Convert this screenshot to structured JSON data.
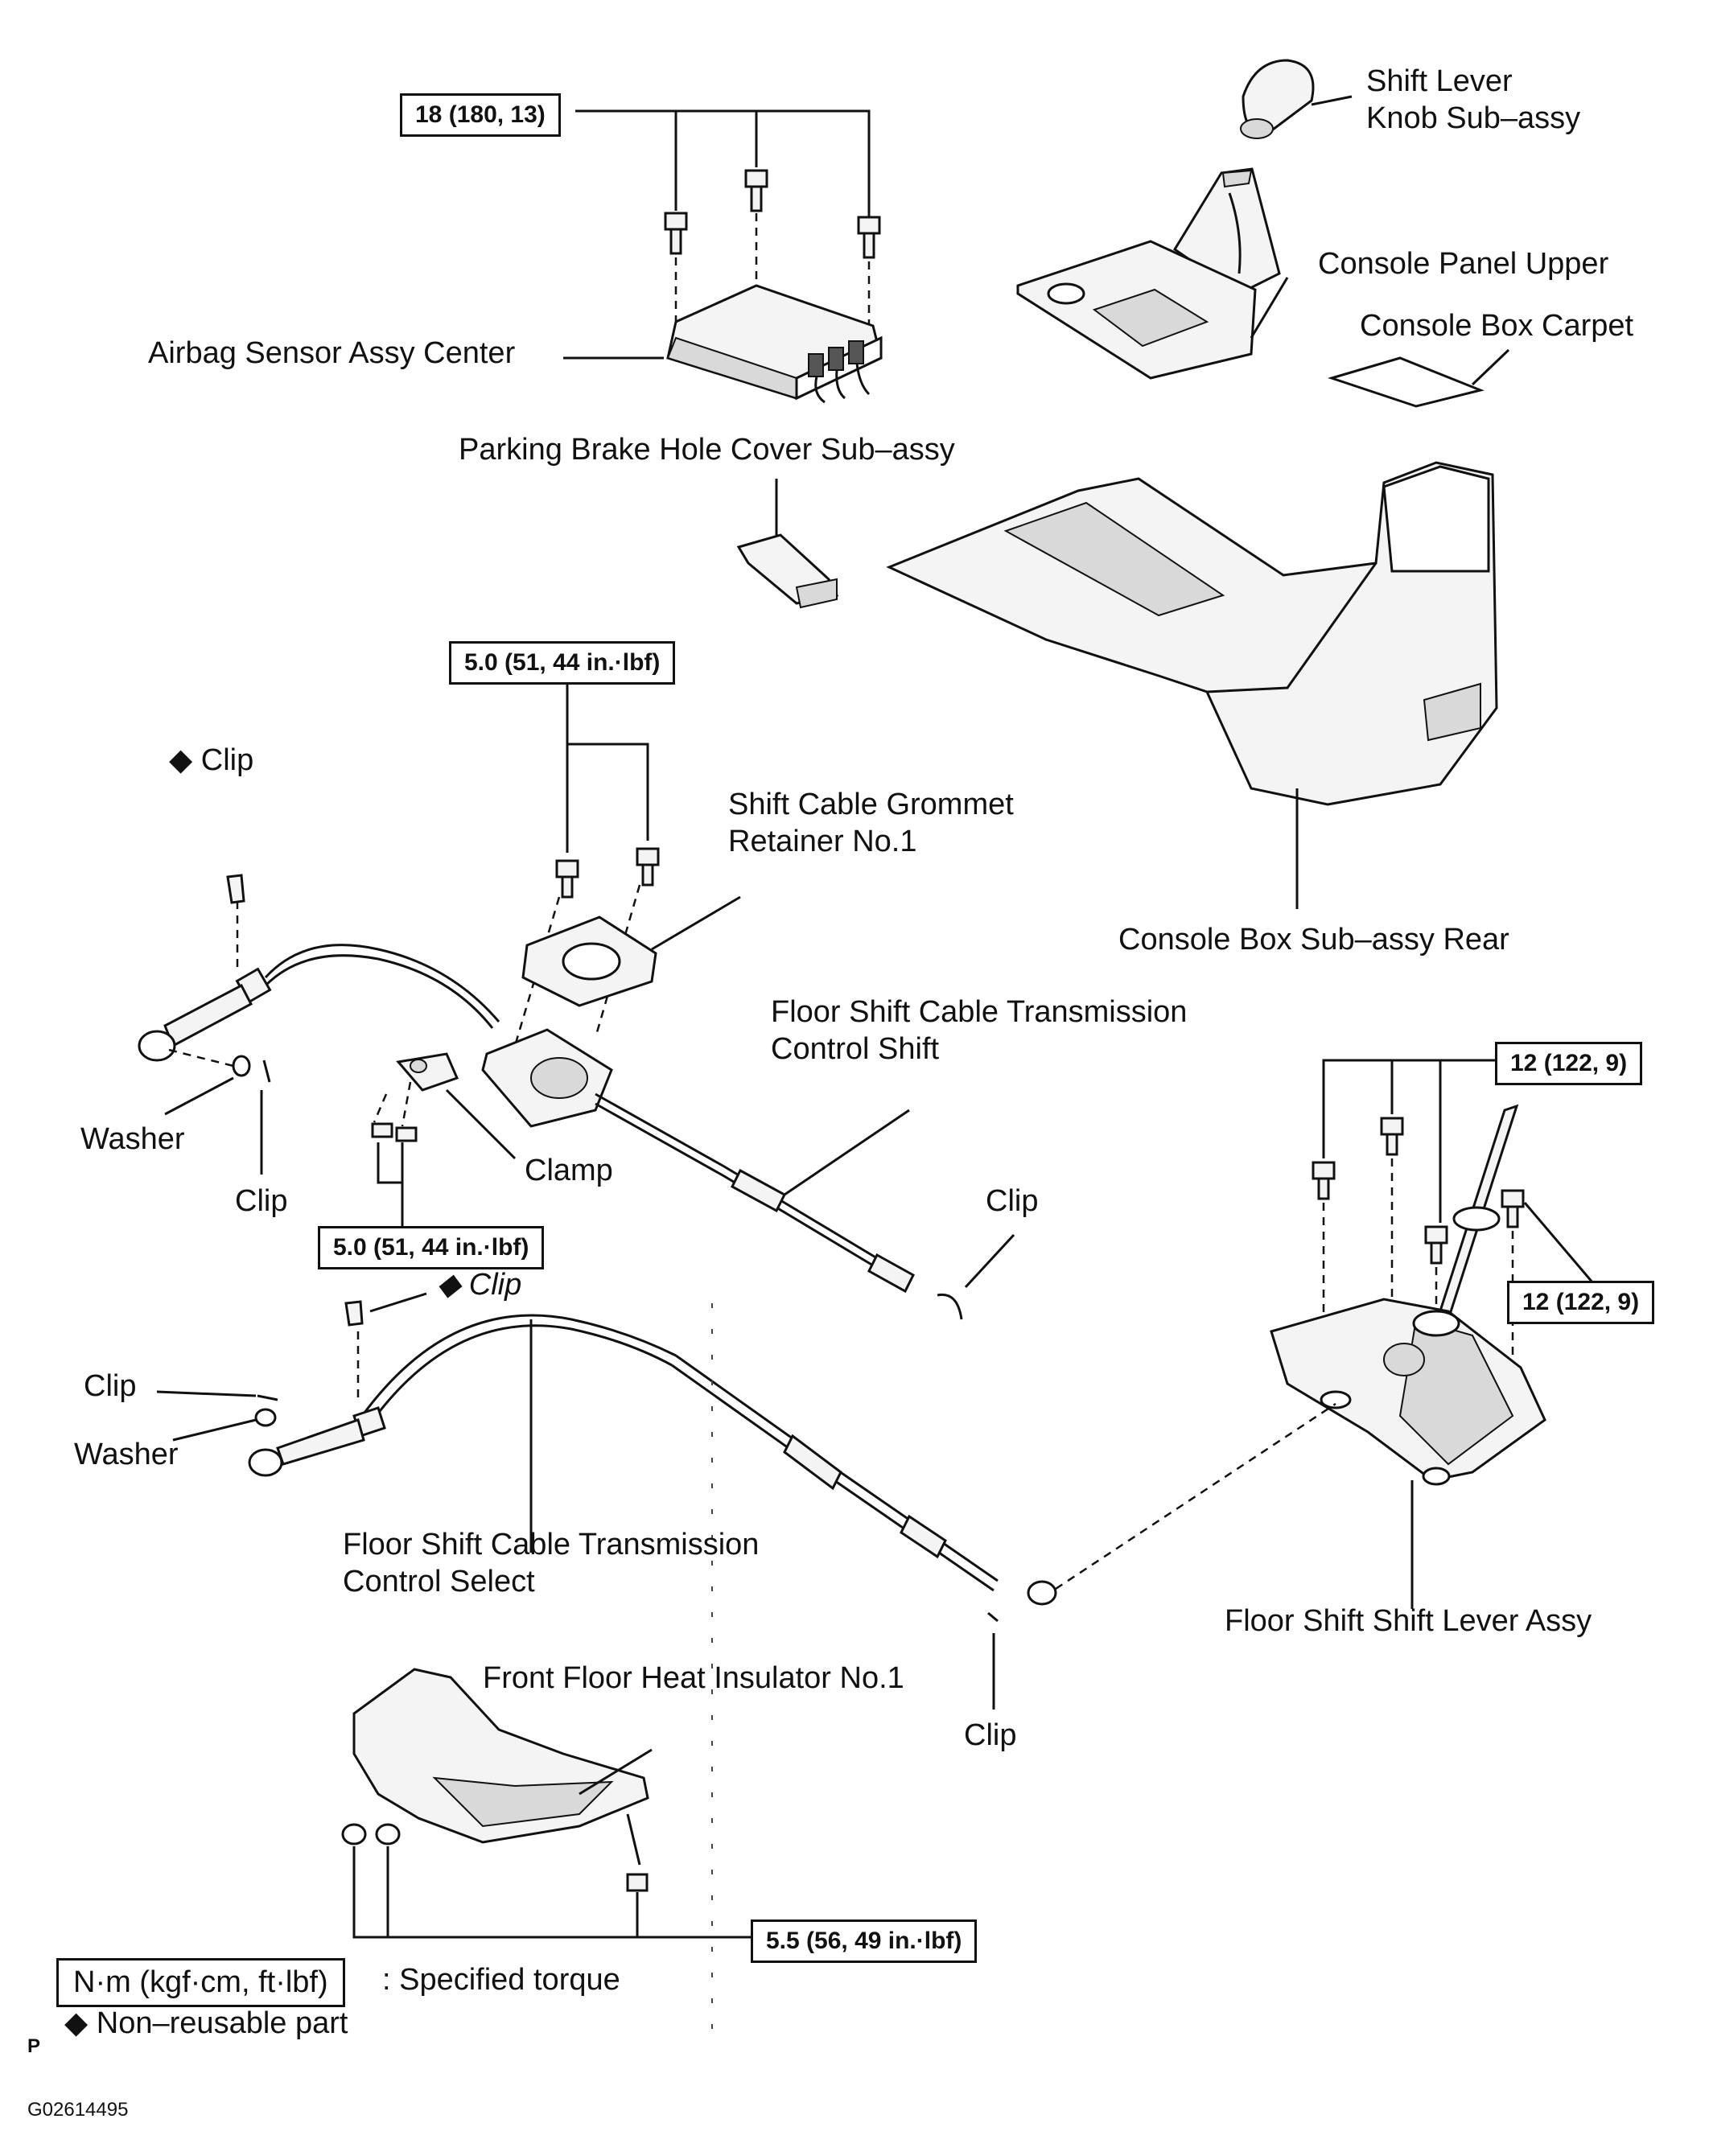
{
  "torque_specs": {
    "airbag_bolts": "18 (180, 13)",
    "grommet_retainer_bolts": "5.0 (51, 44 in.·lbf)",
    "clamp_bolts": "5.0 (51, 44 in.·lbf)",
    "lever_bolts_left": "12 (122, 9)",
    "lever_bolts_right": "12 (122, 9)",
    "heat_insulator_bolts": "5.5 (56, 49 in.·lbf)"
  },
  "labels": {
    "shift_lever_knob": "Shift Lever\nKnob Sub–assy",
    "console_panel_upper": "Console Panel Upper",
    "console_box_carpet": "Console Box Carpet",
    "airbag_sensor": "Airbag Sensor Assy Center",
    "parking_brake_cover": "Parking Brake Hole Cover Sub–assy",
    "clip_top_left": "Clip",
    "grommet_retainer": "Shift Cable Grommet\nRetainer No.1",
    "console_box_rear": "Console Box Sub–assy Rear",
    "cable_control_shift": "Floor Shift Cable Transmission\nControl Shift",
    "washer_upper": "Washer",
    "clip_upper_small": "Clip",
    "clamp": "Clamp",
    "clip_right_upper": "Clip",
    "clip_mid": "Clip",
    "clip_left_lower": "Clip",
    "washer_lower": "Washer",
    "cable_control_select": "Floor Shift Cable Transmission\nControl Select",
    "lever_assy": "Floor Shift Shift Lever Assy",
    "heat_insulator": "Front Floor Heat Insulator No.1",
    "clip_bottom": "Clip"
  },
  "legend": {
    "unit_box": "N·m (kgf·cm, ft·lbf)",
    "unit_text": ": Specified torque",
    "diamond": "◆",
    "non_reusable": "Non–reusable part"
  },
  "footer": {
    "page_letter": "P",
    "figure_code": "G02614495"
  }
}
